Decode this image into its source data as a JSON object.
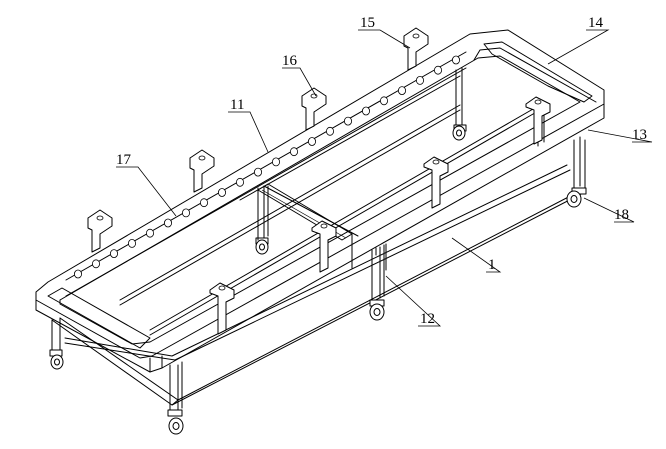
{
  "figure": {
    "labels": [
      {
        "id": "label-1",
        "text": "1"
      },
      {
        "id": "label-11",
        "text": "11"
      },
      {
        "id": "label-12",
        "text": "12"
      },
      {
        "id": "label-13",
        "text": "13"
      },
      {
        "id": "label-14",
        "text": "14"
      },
      {
        "id": "label-15",
        "text": "15"
      },
      {
        "id": "label-16",
        "text": "16"
      },
      {
        "id": "label-17",
        "text": "17"
      },
      {
        "id": "label-18",
        "text": "18"
      }
    ]
  }
}
